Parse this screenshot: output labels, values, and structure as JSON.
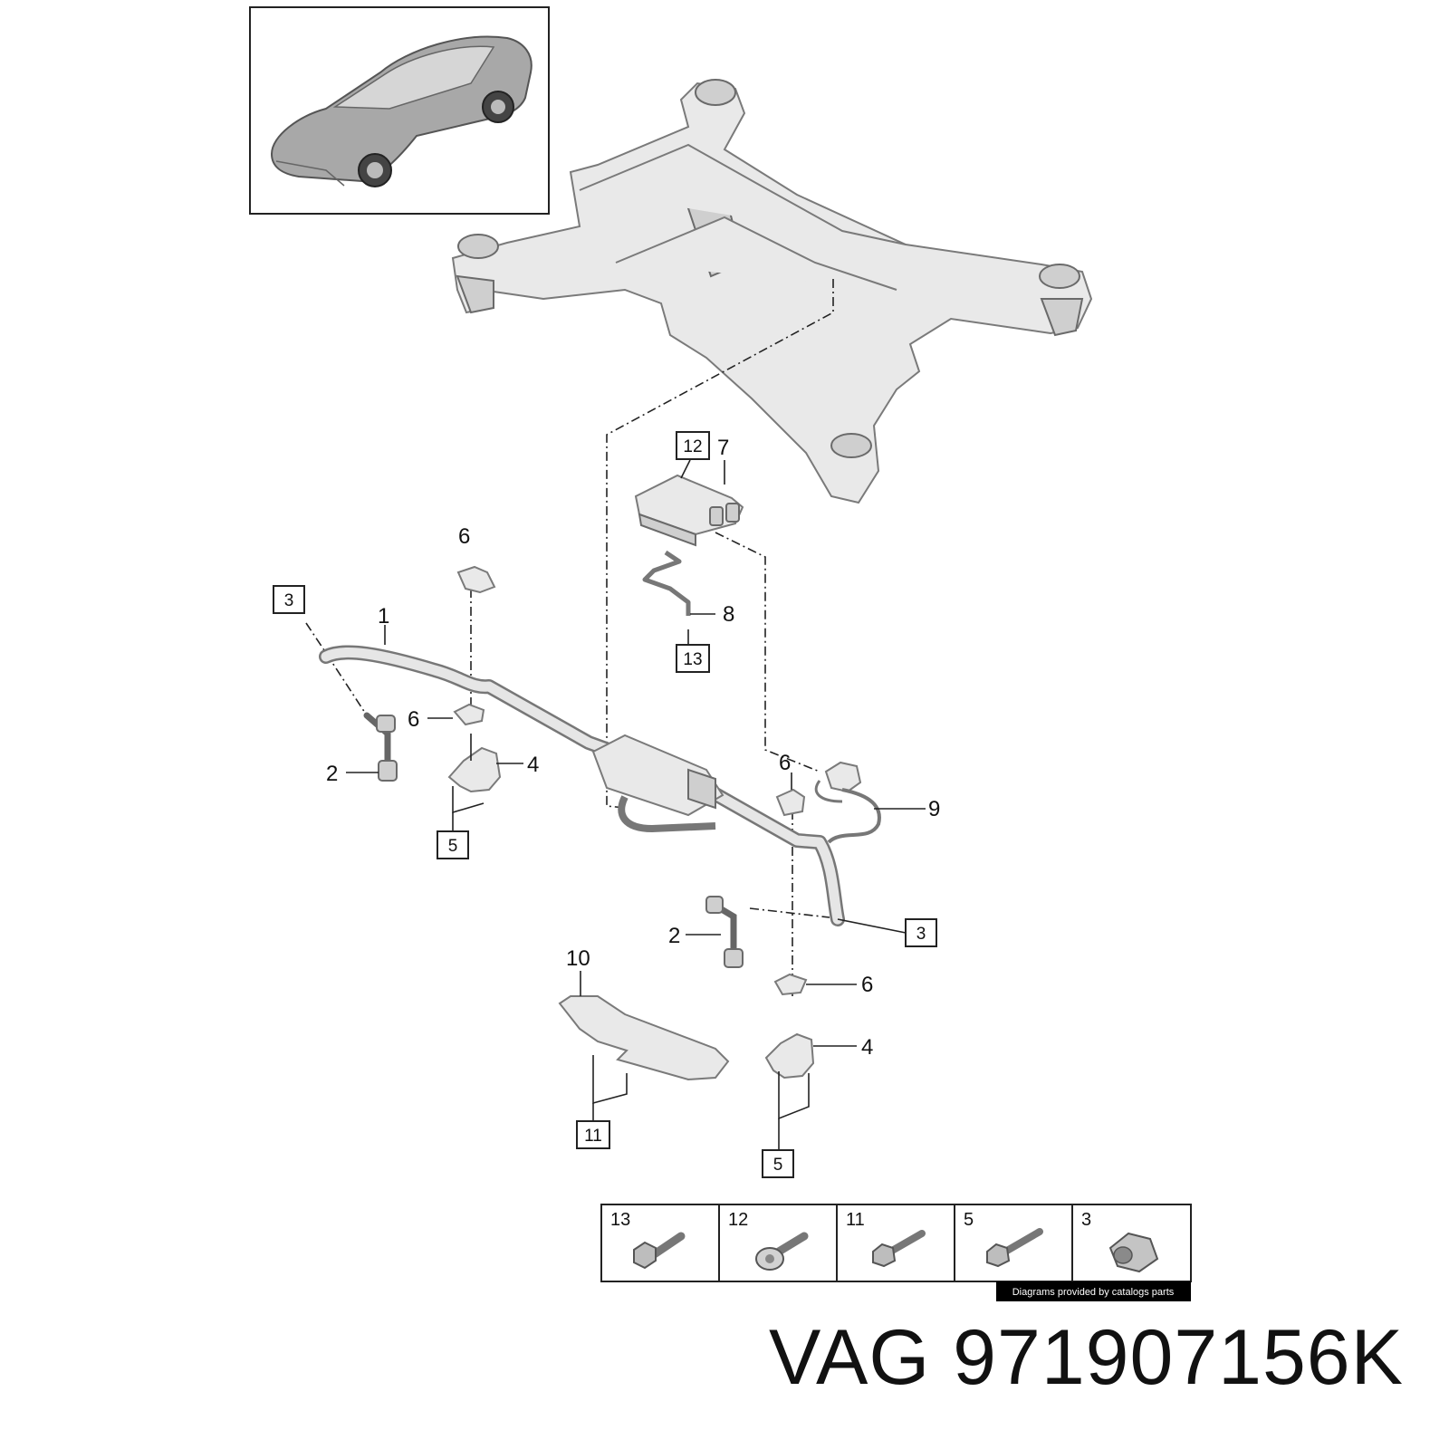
{
  "callouts": [
    {
      "id": "c1",
      "text": "1"
    },
    {
      "id": "c2a",
      "text": "2"
    },
    {
      "id": "c2b",
      "text": "2"
    },
    {
      "id": "c4a",
      "text": "4"
    },
    {
      "id": "c4b",
      "text": "4"
    },
    {
      "id": "c6a",
      "text": "6"
    },
    {
      "id": "c6b",
      "text": "6"
    },
    {
      "id": "c6c",
      "text": "6"
    },
    {
      "id": "c6d",
      "text": "6"
    },
    {
      "id": "c7",
      "text": "7"
    },
    {
      "id": "c8",
      "text": "8"
    },
    {
      "id": "c9",
      "text": "9"
    },
    {
      "id": "c10",
      "text": "10"
    }
  ],
  "boxed_refs": [
    {
      "id": "b3a",
      "text": "3"
    },
    {
      "id": "b3b",
      "text": "3"
    },
    {
      "id": "b5a",
      "text": "5"
    },
    {
      "id": "b5b",
      "text": "5"
    },
    {
      "id": "b11",
      "text": "11"
    },
    {
      "id": "b12",
      "text": "12"
    },
    {
      "id": "b13",
      "text": "13"
    }
  ],
  "fastener_legend": [
    {
      "number": "13",
      "icon": "hex-bolt-icon"
    },
    {
      "number": "12",
      "icon": "flange-bolt-icon"
    },
    {
      "number": "11",
      "icon": "hex-flange-bolt-icon"
    },
    {
      "number": "5",
      "icon": "long-hex-bolt-icon"
    },
    {
      "number": "3",
      "icon": "nut-icon"
    }
  ],
  "credit": "Diagrams provided by catalogs parts",
  "part_title": "VAG 971907156K"
}
